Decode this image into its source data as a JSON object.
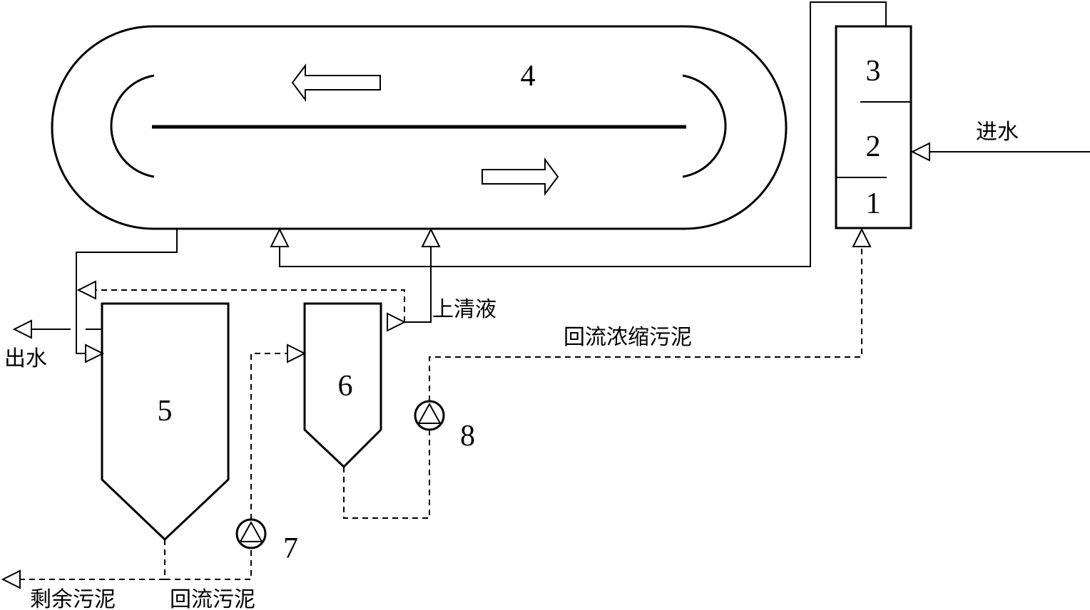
{
  "labels": {
    "tank_4": "4",
    "grit_3": "3",
    "grit_2": "2",
    "grit_1": "1",
    "clarifier_5": "5",
    "thickener_6": "6",
    "pump_7": "7",
    "pump_8": "8",
    "inflow": "进水",
    "outflow": "出水",
    "supernatant": "上清液",
    "return_thickened_sludge": "回流浓缩污泥",
    "excess_sludge": "剩余污泥",
    "return_sludge": "回流污泥"
  }
}
